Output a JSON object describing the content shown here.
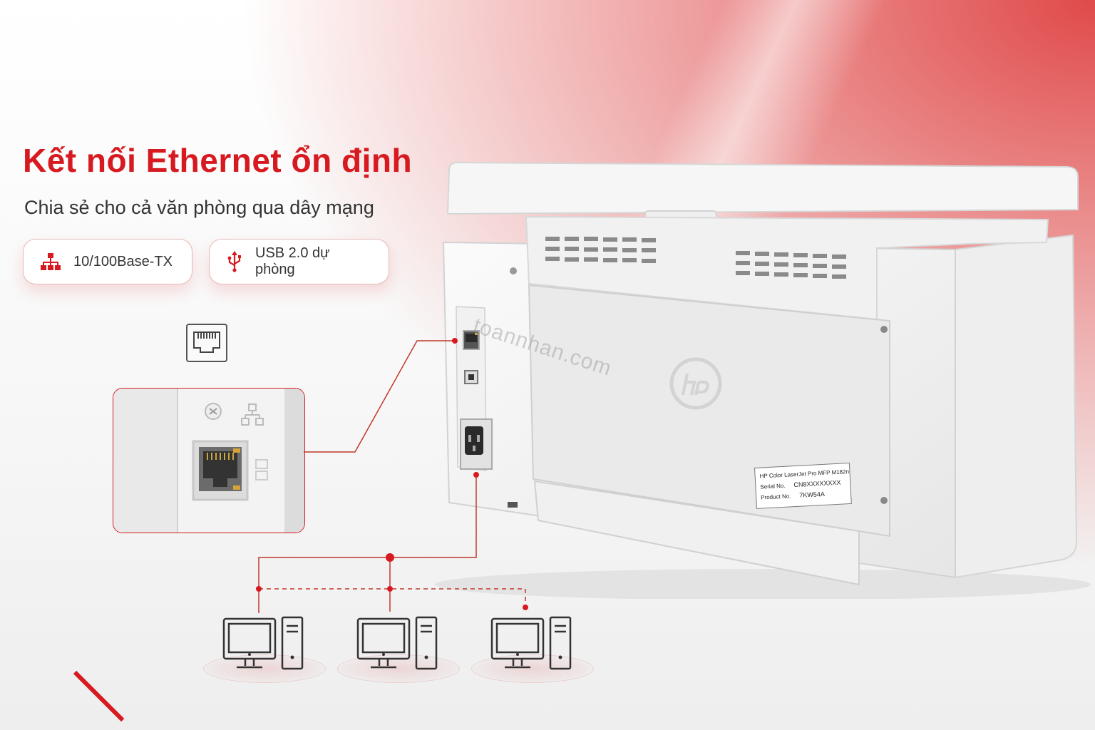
{
  "headline": "Kết nối Ethernet ổn định",
  "subtitle": "Chia sẻ cho cả văn phòng qua dây mạng",
  "features": [
    {
      "icon": "network-icon",
      "label": "10/100Base-TX"
    },
    {
      "icon": "usb-icon",
      "label": "USB 2.0 dự phòng"
    }
  ],
  "watermark": "toannhan.com",
  "printer_label": {
    "model": "HP Color LaserJet Pro MFP M182n",
    "serial_label": "Serial No.",
    "serial_value": "CN8XXXXXXXX",
    "product_label": "Product No.",
    "product_value": "7KW54A"
  },
  "colors": {
    "accent": "#d71920",
    "text": "#333333"
  }
}
